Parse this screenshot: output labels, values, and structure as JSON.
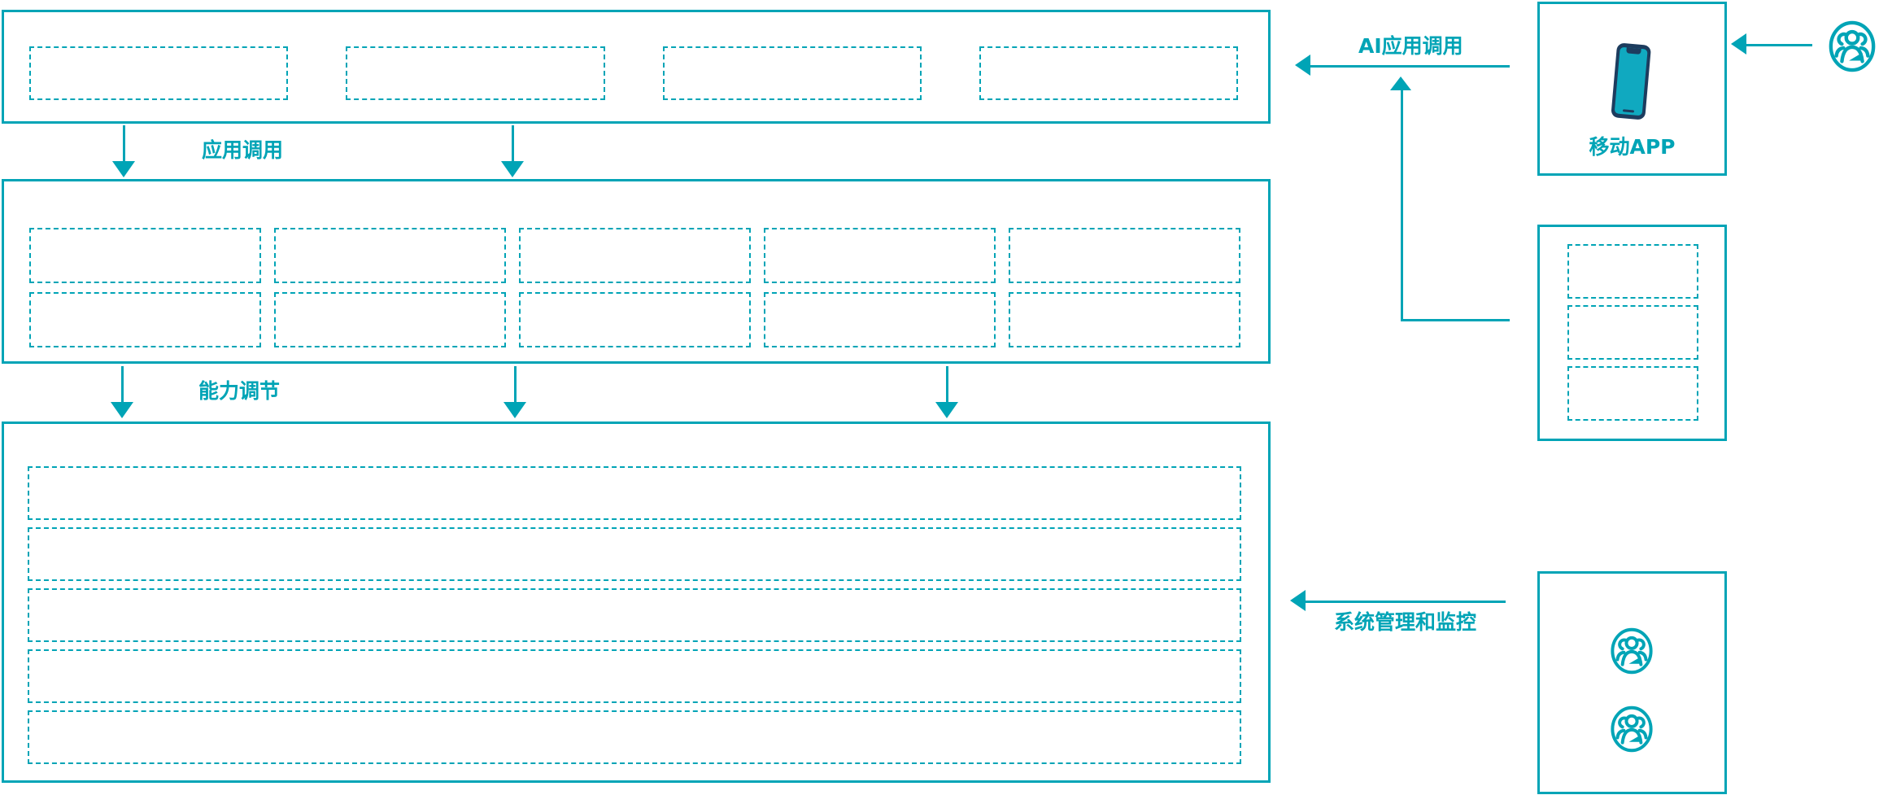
{
  "colors": {
    "accent": "#00a4b6",
    "phone_frame": "#1d3c5e",
    "phone_screen": "#10a9c0"
  },
  "labels": {
    "top_flow_arrow": "应用调用",
    "middle_flow_arrow": "能力调节",
    "ai_app_call_arrow": "AI应用调用",
    "system_monitor_arrow": "系统管理和监控",
    "mobile_app": "移动APP"
  },
  "structure": {
    "top_box_placeholder_count": 4,
    "middle_box_placeholder_rows": 2,
    "middle_box_placeholder_cols": 5,
    "middle_box_placeholder_count": 10,
    "bottom_box_placeholder_rows": 5,
    "portal_box_placeholder_count": 3,
    "admin_box_user_icon_count": 2
  }
}
